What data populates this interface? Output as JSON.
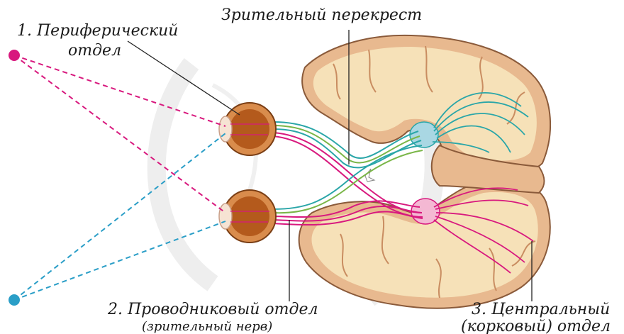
{
  "labels": {
    "peripheral_line1": "1. Периферический",
    "peripheral_line2": "отдел",
    "chiasm": "Зрительный перекрест",
    "conductive_line1": "2. Проводниковый отдел",
    "conductive_line2": "(зрительный нерв)",
    "central_line1": "3. Центральный",
    "central_line2": "(корковый) отдел"
  },
  "colors": {
    "left_visual_field": "#d8197e",
    "right_visual_field": "#2a9ec7",
    "brain_fill": "#f6e1b8",
    "cortex_fill": "#e8b98f",
    "eye_iris": "#b45a1c",
    "nerve_pink": "#d8197e",
    "nerve_teal": "#2aa6a8",
    "nerve_green": "#7ab648"
  }
}
